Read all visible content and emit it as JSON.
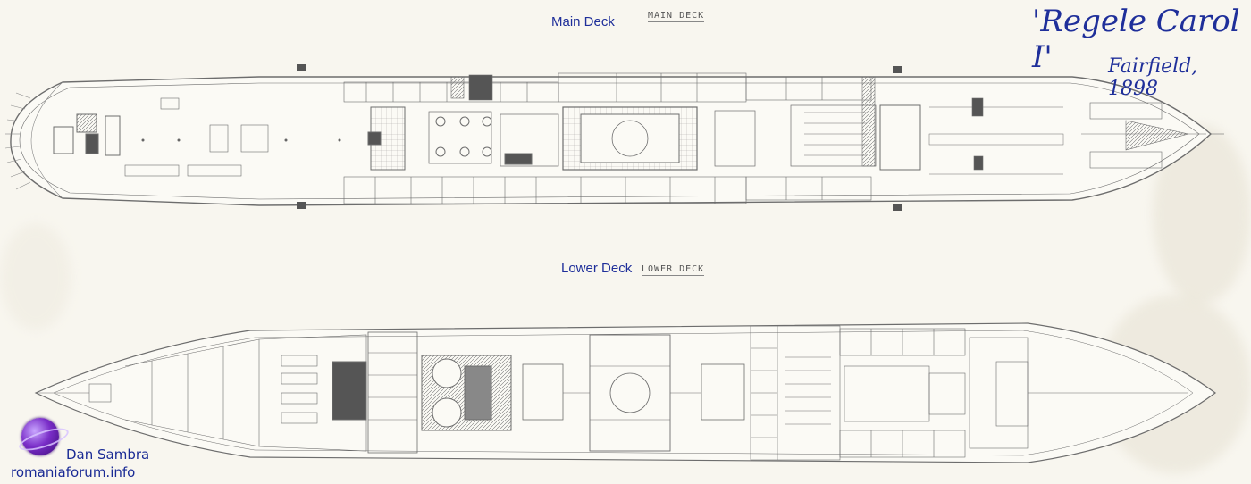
{
  "main_deck": {
    "label": "Main Deck",
    "drawing_caption": "MAIN DECK"
  },
  "lower_deck": {
    "label": "Lower Deck",
    "drawing_caption": "LOWER DECK"
  },
  "ship": {
    "name": "'Regele Carol I'",
    "builder_year": "Fairfield, 1898"
  },
  "credits": {
    "author": "Dan Sambra",
    "site": "romaniaforum.info"
  },
  "colors": {
    "label_blue": "#1f2f9a",
    "ink": "#6d6d6d",
    "dark_fill": "#4a4a4a",
    "logo_purple": "#7a2ec8"
  }
}
